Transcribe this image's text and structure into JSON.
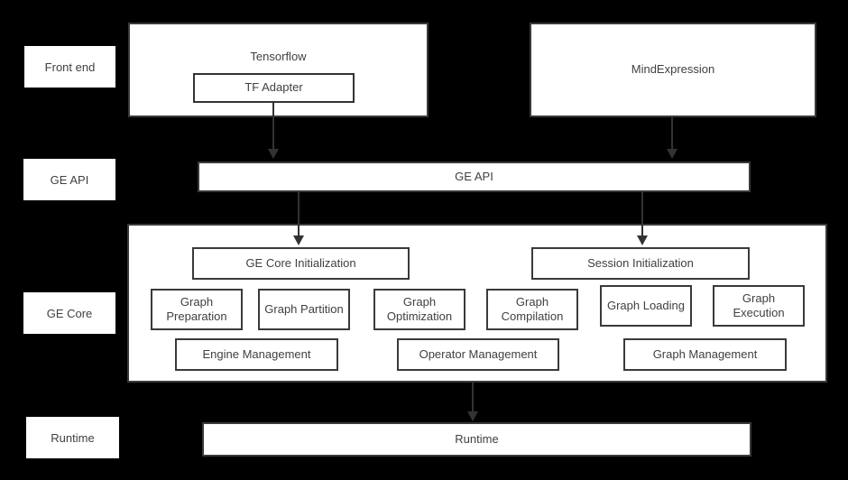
{
  "colors": {
    "background": "#000000",
    "box_fill": "#ffffff",
    "box_border": "#3a3a3a",
    "text": "#404040",
    "arrow": "#333333"
  },
  "side_labels": [
    {
      "label": "Front end"
    },
    {
      "label": "GE API"
    },
    {
      "label": "GE Core"
    },
    {
      "label": "Runtime"
    }
  ],
  "front_end": {
    "tensorflow_label": "Tensorflow",
    "tf_adapter_label": "TF Adapter",
    "mindexpression_label": "MindExpression"
  },
  "ge_api": {
    "label": "GE API"
  },
  "ge_core": {
    "init_left": "GE Core Initialization",
    "init_right": "Session Initialization",
    "modules": [
      "Graph Preparation",
      "Graph Partition",
      "Graph Optimization",
      "Graph Compilation",
      "Graph Loading",
      "Graph Execution"
    ],
    "management": [
      "Engine Management",
      "Operator Management",
      "Graph Management"
    ]
  },
  "runtime": {
    "label": "Runtime"
  }
}
